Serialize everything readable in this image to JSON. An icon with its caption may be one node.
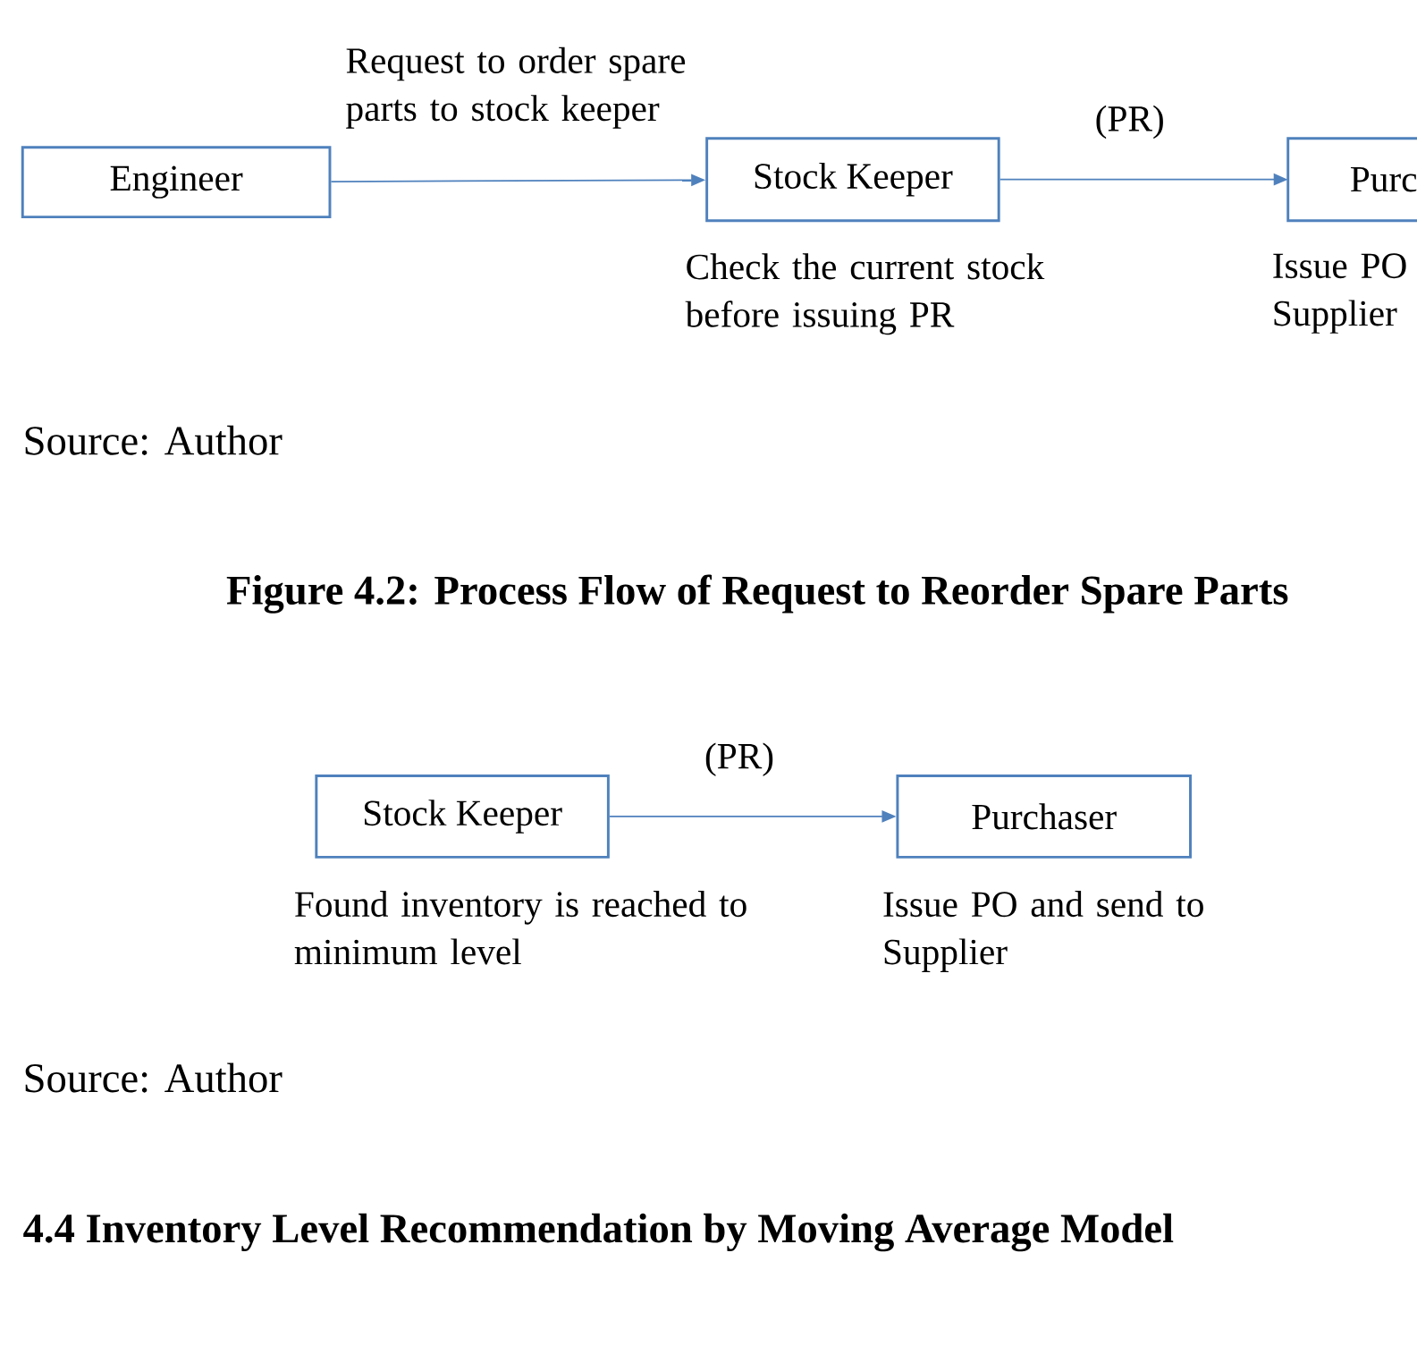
{
  "diagram": {
    "nodes": [
      {
        "text": [
          "Engineer"
        ]
      },
      {
        "text": [
          "Stock Keeper"
        ],
        "beside": [
          "Check the current stock before issuing PR"
        ]
      },
      {
        "text": [
          "Purc"
        ],
        "beside": [
          "Issue PO Supplier"
        ]
      },
      {
        "text": [
          "Stock Keeper"
        ],
        "beside": [
          "Found inventory is reached to minimum level"
        ]
      },
      {
        "text": [
          "Purchaser"
        ],
        "beside": [
          "Issue PO and send to Supplier"
        ]
      }
    ],
    "edges": [
      {
        "from": 0,
        "to": 1,
        "arrow": "to",
        "label": "Request to order spare parts to stock keeper"
      },
      {
        "from": 1,
        "to": 2,
        "arrow": "to",
        "label": "(PR)"
      },
      {
        "from": 3,
        "to": 4,
        "arrow": "to",
        "label": "(PR)"
      }
    ],
    "labels": [
      "Source: Author",
      "Figure 4.2: Process Flow of Request to Reorder Spare Parts",
      "Source: Author",
      "4.4 Inventory Level Recommendation by Moving Average Model"
    ]
  }
}
